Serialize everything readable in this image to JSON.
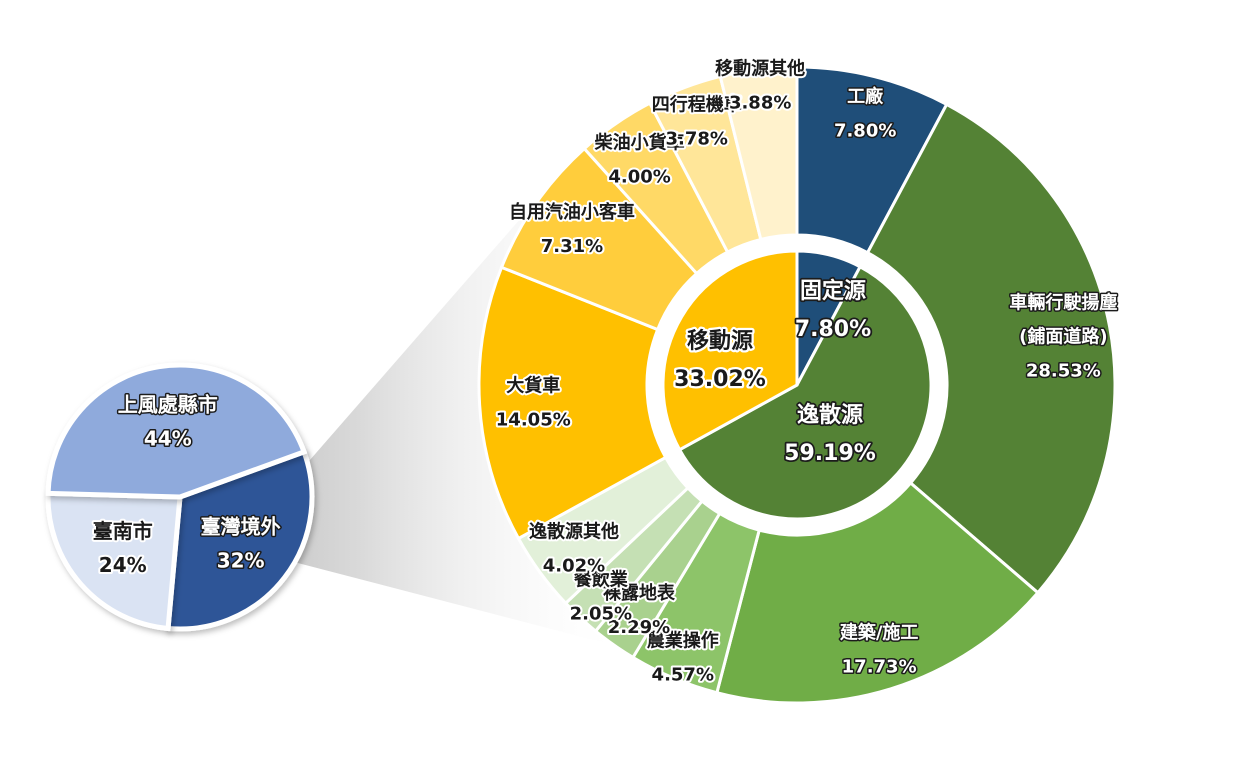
{
  "chart_data": [
    {
      "type": "pie",
      "slices": [
        {
          "label": "臺灣境外",
          "value": 32,
          "value_label": "32%",
          "color": "#2F5597"
        },
        {
          "label": "臺南市",
          "value": 24,
          "value_label": "24%",
          "color": "#DAE3F3"
        },
        {
          "label": "上風處縣市",
          "value": 44,
          "value_label": "44%",
          "color": "#8FAADC"
        }
      ]
    },
    {
      "type": "pie",
      "ring": "inner",
      "slices": [
        {
          "label": "固定源",
          "value": 7.8,
          "value_label": "7.80%",
          "color": "#1F4E79"
        },
        {
          "label": "逸散源",
          "value": 59.19,
          "value_label": "59.19%",
          "color": "#548235"
        },
        {
          "label": "移動源",
          "value": 33.02,
          "value_label": "33.02%",
          "color": "#FFC000"
        }
      ]
    },
    {
      "type": "pie",
      "ring": "outer",
      "slices": [
        {
          "label": "工廠",
          "value": 7.8,
          "value_label": "7.80%",
          "color": "#1F4E79",
          "group": "固定源"
        },
        {
          "label": "車輛行駛揚塵\n(鋪面道路)",
          "value": 28.53,
          "value_label": "28.53%",
          "color": "#548235",
          "group": "逸散源"
        },
        {
          "label": "建築/施工",
          "value": 17.73,
          "value_label": "17.73%",
          "color": "#70AD47",
          "group": "逸散源"
        },
        {
          "label": "農業操作",
          "value": 4.57,
          "value_label": "4.57%",
          "color": "#8DC469",
          "group": "逸散源"
        },
        {
          "label": "裸露地表",
          "value": 2.29,
          "value_label": "2.29%",
          "color": "#A9D18E",
          "group": "逸散源"
        },
        {
          "label": "餐飲業",
          "value": 2.05,
          "value_label": "2.05%",
          "color": "#C5E0B4",
          "group": "逸散源"
        },
        {
          "label": "逸散源其他",
          "value": 4.02,
          "value_label": "4.02%",
          "color": "#E2F0D9",
          "group": "逸散源"
        },
        {
          "label": "大貨車",
          "value": 14.05,
          "value_label": "14.05%",
          "color": "#FFC000",
          "group": "移動源"
        },
        {
          "label": "自用汽油小客車",
          "value": 7.31,
          "value_label": "7.31%",
          "color": "#FFCD3C",
          "group": "移動源"
        },
        {
          "label": "柴油小貨車",
          "value": 4.0,
          "value_label": "4.00%",
          "color": "#FFD966",
          "group": "移動源"
        },
        {
          "label": "四行程機車",
          "value": 3.78,
          "value_label": "3.78%",
          "color": "#FFE699",
          "group": "移動源"
        },
        {
          "label": "移動源其他",
          "value": 3.88,
          "value_label": "3.88%",
          "color": "#FFF2CC",
          "group": "移動源"
        }
      ]
    }
  ]
}
